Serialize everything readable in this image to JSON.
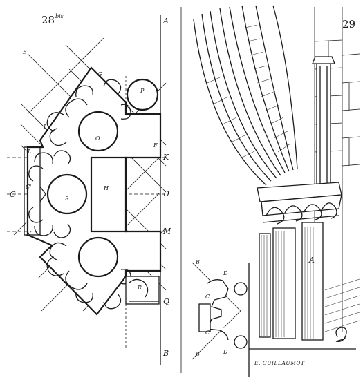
{
  "figure_left": {
    "number": "28",
    "suffix": "bis",
    "labels": {
      "A": "A",
      "K": "K",
      "D": "D",
      "M": "M",
      "Q": "Q",
      "B": "B",
      "E": "E",
      "G": "G",
      "F": "F",
      "P": "P",
      "O": "O",
      "I": "I",
      "L": "L",
      "S": "S",
      "H": "H",
      "C": "C",
      "Cprime": "C'",
      "N": "N",
      "R": "R"
    }
  },
  "figure_right": {
    "number": "29",
    "labels": {
      "A": "A",
      "B": "B",
      "D1": "D",
      "D2": "D",
      "C1": "C",
      "C2": "C",
      "B2": "B"
    },
    "engraver": "E. GUILLAUMOT"
  }
}
